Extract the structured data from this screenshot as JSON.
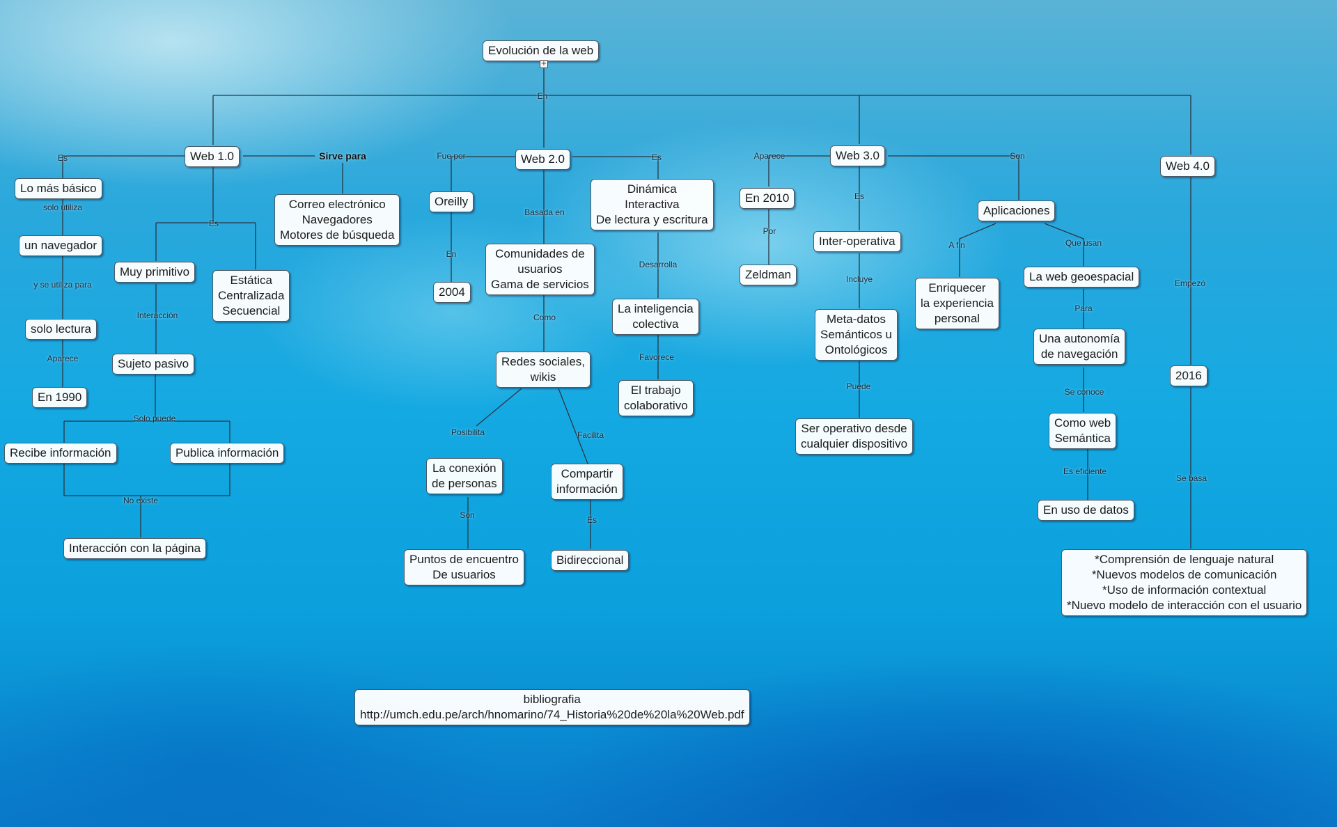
{
  "nodes": {
    "root": "Evolución de la web",
    "web10": "Web 1.0",
    "web20": "Web 2.0",
    "web30": "Web 3.0",
    "web40": "Web 4.0",
    "lo_mas_basico": "Lo más básico",
    "un_navegador": "un navegador",
    "solo_lectura": "solo lectura",
    "en_1990": "En 1990",
    "muy_primitivo": "Muy primitivo",
    "estatica": "Estática\nCentralizada\nSecuencial",
    "correo": "Correo electrónico\nNavegadores\nMotores de búsqueda",
    "sujeto_pasivo": "Sujeto pasivo",
    "recibe": "Recibe información",
    "publica": "Publica información",
    "interaccion_pagina": "Interacción con la página",
    "oreilly": "Oreilly",
    "y2004": "2004",
    "comunidades": "Comunidades de\nusuarios\nGama de servicios",
    "redes": "Redes sociales,\nwikis",
    "conexion": "La conexión\nde personas",
    "puntos": "Puntos de encuentro\nDe usuarios",
    "compartir": "Compartir\ninformación",
    "bidireccional": "Bidireccional",
    "dinamica": "Dinámica\nInteractiva\nDe lectura y escritura",
    "inteligencia": "La inteligencia\ncolectiva",
    "trabajo": "El trabajo\ncolaborativo",
    "en_2010": "En 2010",
    "zeldman": "Zeldman",
    "interoperativa": "Inter-operativa",
    "metadatos": "Meta-datos\nSemánticos u\nOntológicos",
    "ser_operativo": "Ser operativo desde\ncualquier dispositivo",
    "aplicaciones": "Aplicaciones",
    "enriquecer": "Enriquecer\nla experiencia\npersonal",
    "geoespacial": "La web geoespacial",
    "autonomia": "Una autonomía\nde navegación",
    "como_web": "Como web\nSemántica",
    "uso_datos": "En uso de datos",
    "y2016": "2016",
    "comprension": "*Comprensión de lenguaje natural\n*Nuevos modelos de comunicación\n*Uso de información contextual\n*Nuevo modelo de interacción con el usuario",
    "bibliografia": "bibliografia\nhttp://umch.edu.pe/arch/hnomarino/74_Historia%20de%20la%20Web.pdf"
  },
  "labels": {
    "en": "En",
    "es_w1": "Es",
    "sirve_para": "Sirve para",
    "solo_utiliza": "solo utiliza",
    "y_se_utiliza": "y se utiliza para",
    "aparece_w1": "Aparece",
    "es_w1b": "Es",
    "interaccion": "Interacción",
    "solo_puede": "Solo puede",
    "no_existe": "No existe",
    "fue_por": "Fue por",
    "en_w2": "En",
    "basada_en": "Basada en",
    "como": "Como",
    "posibilita": "Posibilita",
    "son_w2": "Son",
    "facilita": "Facilita",
    "es_w2b": "Es",
    "es_w2": "Es",
    "desarrolla": "Desarrolla",
    "favorece": "Favorece",
    "aparece_w3": "Aparece",
    "por": "Por",
    "es_w3": "Es",
    "incluye": "Incluye",
    "puede": "Puede",
    "son_w3": "Son",
    "a_fin": "A fin",
    "que_usan": "Que usan",
    "para": "Para",
    "se_conoce": "Se conoce",
    "es_eficiente": "Es eficiente",
    "empezo": "Empezó",
    "se_basa": "Se basa"
  },
  "icons": {
    "root_expand": "expand-icon"
  },
  "colors": {
    "node_border": "#4b5a66",
    "line": "#2a3642",
    "background": "#14a9e2"
  }
}
